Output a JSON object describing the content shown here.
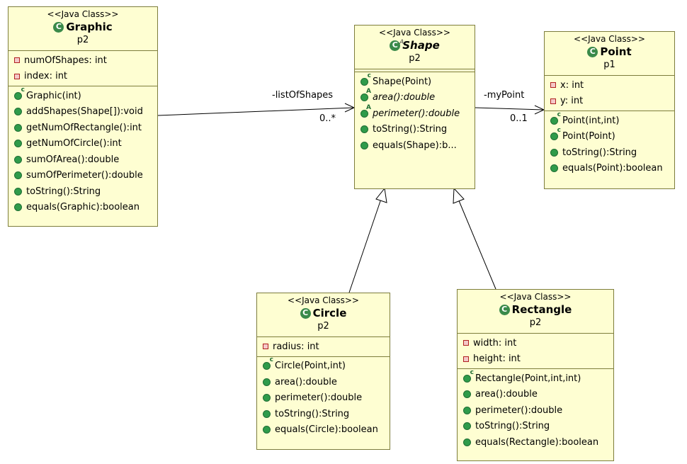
{
  "classes": {
    "graphic": {
      "stereotype": "<<Java Class>>",
      "name": "Graphic",
      "package": "p2",
      "fields": [
        "numOfShapes: int",
        "index: int"
      ],
      "methods": [
        "Graphic(int)",
        "addShapes(Shape[]):void",
        "getNumOfRectangle():int",
        "getNumOfCircle():int",
        "sumOfArea():double",
        "sumOfPerimeter():double",
        "toString():String",
        "equals(Graphic):boolean"
      ]
    },
    "shape": {
      "stereotype": "<<Java Class>>",
      "name": "Shape",
      "package": "p2",
      "methods": [
        "Shape(Point)",
        "area():double",
        "perimeter():double",
        "toString():String",
        "equals(Shape):b..."
      ]
    },
    "point": {
      "stereotype": "<<Java Class>>",
      "name": "Point",
      "package": "p1",
      "fields": [
        "x: int",
        "y: int"
      ],
      "methods": [
        "Point(int,int)",
        "Point(Point)",
        "toString():String",
        "equals(Point):boolean"
      ]
    },
    "circle": {
      "stereotype": "<<Java Class>>",
      "name": "Circle",
      "package": "p2",
      "fields": [
        "radius: int"
      ],
      "methods": [
        "Circle(Point,int)",
        "area():double",
        "perimeter():double",
        "toString():String",
        "equals(Circle):boolean"
      ]
    },
    "rectangle": {
      "stereotype": "<<Java Class>>",
      "name": "Rectangle",
      "package": "p2",
      "fields": [
        "width: int",
        "height: int"
      ],
      "methods": [
        "Rectangle(Point,int,int)",
        "area():double",
        "perimeter():double",
        "toString():String",
        "equals(Rectangle):boolean"
      ]
    }
  },
  "associations": {
    "graphic_shape": {
      "role": "-listOfShapes",
      "multiplicity": "0..*"
    },
    "shape_point": {
      "role": "-myPoint",
      "multiplicity": "0..1"
    }
  },
  "colors": {
    "box_fill": "#fefed2",
    "box_border": "#7d7d3c",
    "class_icon": "#3a8a4a",
    "method_icon": "#2f9b4a",
    "field_icon": "#b02020"
  }
}
